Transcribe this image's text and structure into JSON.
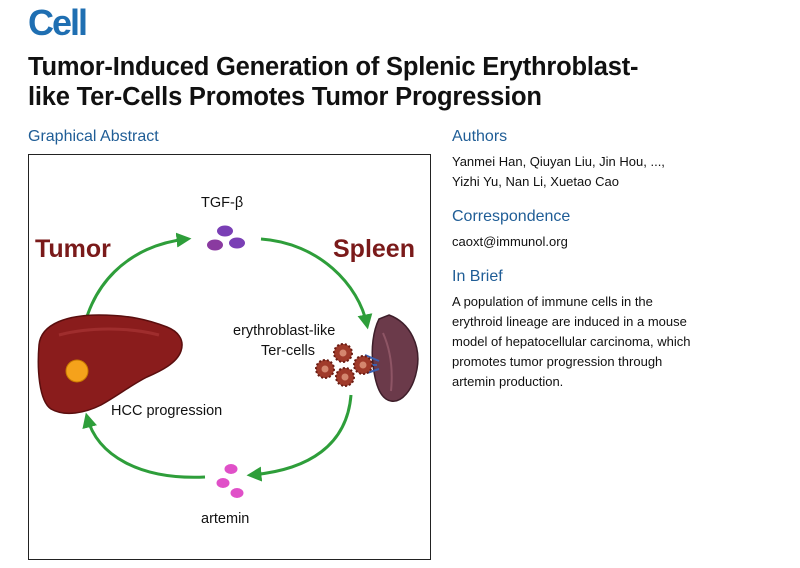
{
  "journal": {
    "logo": "Cell"
  },
  "title": {
    "line1": "Tumor-Induced Generation of Splenic Erythroblast-",
    "line2": "like Ter-Cells Promotes Tumor Progression"
  },
  "graphical_abstract": {
    "heading": "Graphical Abstract",
    "labels": {
      "tgf": "TGF-β",
      "tumor": "Tumor",
      "spleen": "Spleen",
      "erythro_line1": "erythroblast-like",
      "erythro_line2": "Ter-cells",
      "hcc": "HCC progression",
      "artemin": "artemin"
    },
    "colors": {
      "arrow": "#2e9e3a",
      "liver": "#8a1c1c",
      "tumor_spot": "#f5a21b",
      "spleen": "#6b3a4a",
      "tgf_dot": "#7a3fb5",
      "artemin_dot": "#e050c8",
      "ter_cell": "#a03a2a",
      "big_label": "#7a1a1a"
    }
  },
  "authors": {
    "heading": "Authors",
    "line1": "Yanmei Han, Qiuyan Liu, Jin Hou, ...,",
    "line2": "Yizhi Yu, Nan Li, Xuetao Cao"
  },
  "correspondence": {
    "heading": "Correspondence",
    "email": "caoxt@immunol.org"
  },
  "in_brief": {
    "heading": "In Brief",
    "lines": [
      "A population of immune cells in the",
      "erythroid lineage are induced in a mouse",
      "model of hepatocellular carcinoma, which",
      "promotes tumor progression through",
      "artemin production."
    ]
  }
}
